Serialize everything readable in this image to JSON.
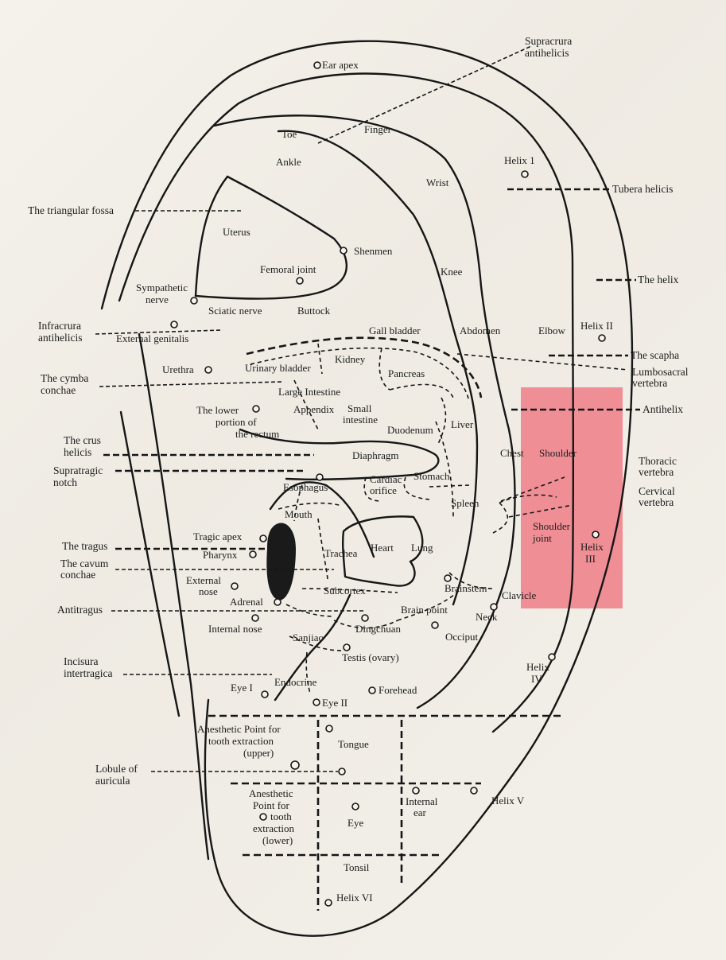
{
  "highlight_color": "#f08e96",
  "external_labels": {
    "supracrura": [
      "Supracrura",
      "antihelicis"
    ],
    "triangular_fossa": "The triangular fossa",
    "infracrura": [
      "Infracrura",
      "antihelicis"
    ],
    "cymba": [
      "The cymba",
      "conchae"
    ],
    "crus_helicis": [
      "The crus",
      "helicis"
    ],
    "supratragic": [
      "Supratragic",
      "notch"
    ],
    "tragus": "The tragus",
    "cavum": [
      "The cavum",
      "conchae"
    ],
    "antitragus": "Antitragus",
    "incisura": [
      "Incisura",
      "intertragica"
    ],
    "lobule": [
      "Lobule of",
      "auricula"
    ],
    "tubera": "Tubera helicis",
    "helix": "The helix",
    "scapha": "The scapha",
    "lumbosacral": [
      "Lumbosacral",
      "vertebra"
    ],
    "antihelix": "Antihelix",
    "thoracic": [
      "Thoracic",
      "vertebra"
    ],
    "cervical": [
      "Cervical",
      "vertebra"
    ]
  },
  "points": {
    "ear_apex": "Ear apex",
    "toe": "Toe",
    "finger": "Finger",
    "ankle": "Ankle",
    "helix_1": "Helix 1",
    "wrist": "Wrist",
    "uterus": "Uterus",
    "shenmen": "Shenmen",
    "femoral": "Femoral joint",
    "knee": "Knee",
    "sympathetic": [
      "Sympathetic",
      "nerve"
    ],
    "sciatic": "Sciatic nerve",
    "buttock": "Buttock",
    "ext_genitalis": "External genitalis",
    "gall_bladder": "Gall bladder",
    "abdomen": "Abdomen",
    "elbow": "Elbow",
    "helix_2": "Helix II",
    "urethra": "Urethra",
    "urinary_bladder": "Urinary bladder",
    "kidney": "Kidney",
    "pancreas": "Pancreas",
    "large_intestine": "Large Intestine",
    "appendix": "Appendix",
    "small_intestine": [
      "Small",
      "intestine"
    ],
    "lower_rectum": [
      "The lower",
      "portion of",
      "the rectum"
    ],
    "duodenum": "Duodenum",
    "liver": "Liver",
    "diaphragm": "Diaphragm",
    "chest": "Chest",
    "shoulder": "Shoulder",
    "esophagus": "Esophagus",
    "cardiac": [
      "Cardiac",
      "orifice"
    ],
    "stomach": "Stomach",
    "mouth": "Mouth",
    "spleen": "Spleen",
    "shoulder_joint": [
      "Shoulder",
      "joint"
    ],
    "helix_3": [
      "Helix",
      "III"
    ],
    "tragic_apex": "Tragic apex",
    "pharynx": "Pharynx",
    "trachea": "Trachea",
    "heart": "Heart",
    "lung": "Lung",
    "external_nose": [
      "External",
      "nose"
    ],
    "adrenal": "Adrenal",
    "subcortex": "Subcortex",
    "brainstem": "Brainstem",
    "clavicle": "Clavicle",
    "brain_point": "Brain point",
    "neck": "Neck",
    "internal_nose": "Internal nose",
    "sanjiao": "Sanjiao",
    "dingchuan": "Dingchuan",
    "occiput": "Occiput",
    "testis": "Testis (ovary)",
    "helix_4": [
      "Helix",
      "IV"
    ],
    "endocrine": "Endocrine",
    "eye_1": "Eye I",
    "forehead": "Forehead",
    "eye_2": "Eye II",
    "anesthetic_upper": [
      "Anesthetic Point for",
      "tooth extraction",
      "(upper)"
    ],
    "tongue": "Tongue",
    "anesthetic_lower": [
      "Anesthetic",
      "Point for",
      "tooth",
      "extraction",
      "(lower)"
    ],
    "eye": "Eye",
    "internal_ear": [
      "Internal",
      "ear"
    ],
    "helix_5": "Helix V",
    "tonsil": "Tonsil",
    "helix_6": "Helix VI"
  }
}
